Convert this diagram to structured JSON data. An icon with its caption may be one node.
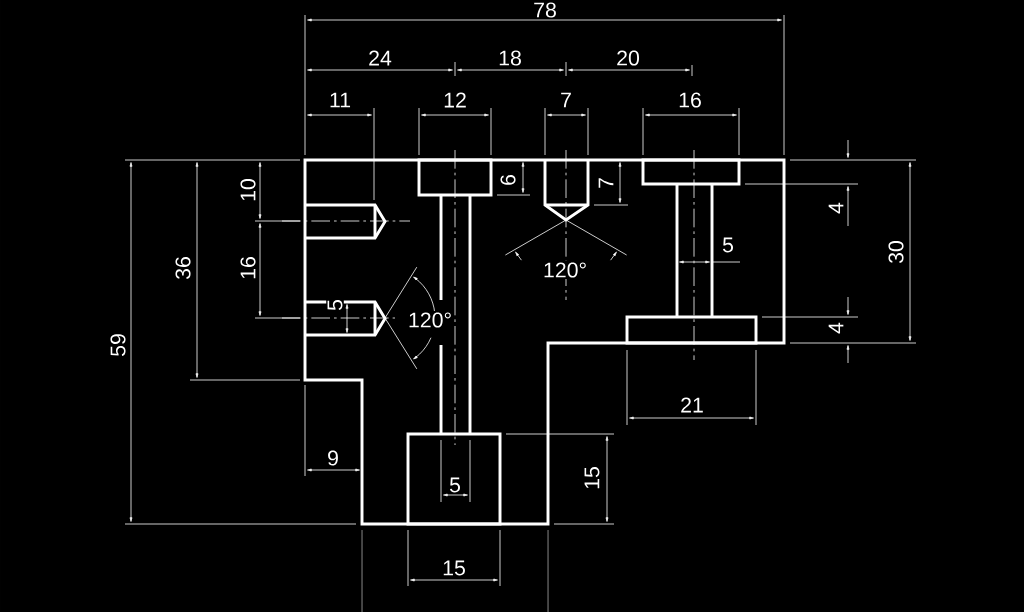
{
  "diagram": {
    "labels": [
      "78",
      "24",
      "18",
      "20",
      "11",
      "12",
      "7",
      "16",
      "6",
      "7",
      "10",
      "4",
      "5",
      "120°",
      "36",
      "16",
      "30",
      "5",
      "120°",
      "59",
      "4",
      "21",
      "9",
      "5",
      "15",
      "15"
    ]
  }
}
